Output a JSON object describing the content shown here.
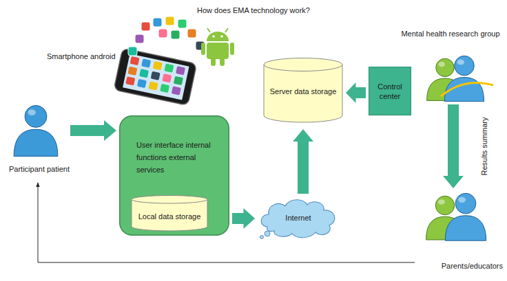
{
  "diagram": {
    "title": "How does EMA technology work?",
    "nodes": [
      {
        "text": [
          "Participant patient"
        ]
      },
      {
        "text": [
          "User interface internal functions external services"
        ]
      },
      {
        "text": [
          "Local data storage"
        ],
        "in": 1
      },
      {
        "text": [
          "Internet"
        ]
      },
      {
        "text": [
          "Server data storage"
        ]
      },
      {
        "text": [
          "Control center"
        ]
      },
      {
        "text": [
          "Mental health research group"
        ]
      },
      {
        "text": [
          "Parents/educators"
        ]
      }
    ],
    "edges": [
      {
        "from": 0,
        "to": 1,
        "arrow": "to"
      },
      {
        "from": 1,
        "to": 3,
        "arrow": "to"
      },
      {
        "from": 3,
        "to": 4,
        "arrow": "to"
      },
      {
        "from": 5,
        "to": 4,
        "arrow": "to"
      },
      {
        "from": 6,
        "to": 7,
        "label": "Results summary",
        "arrow": "to"
      },
      {
        "from": 7,
        "to": 0,
        "arrow": "to"
      }
    ],
    "labels": [
      "Smartphone android"
    ]
  }
}
